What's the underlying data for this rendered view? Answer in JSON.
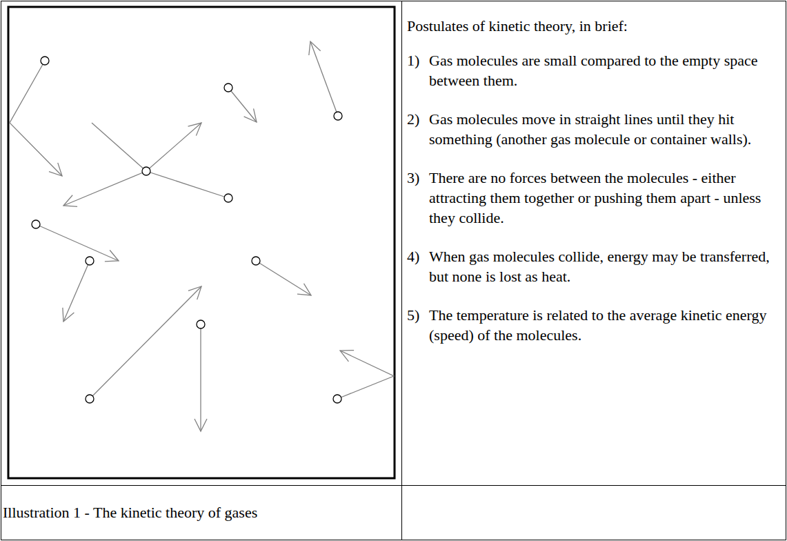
{
  "diagram": {
    "title": "Postulates of kinetic theory, in brief:",
    "caption": "Illustration 1 - The kinetic theory of gases",
    "labels": [
      "1)",
      "Gas molecules are small compared to the empty space between them.",
      "2)",
      "Gas molecules move in straight lines until they hit something (another gas molecule or container walls).",
      "3)",
      "There are no forces between the molecules - either attracting them together or pushing them apart - unless they collide.",
      "4)",
      "When gas molecules collide, energy may be transferred, but none is lost as heat.",
      "5)",
      "The temperature is related to the average kinetic energy (speed) of the molecules."
    ]
  }
}
